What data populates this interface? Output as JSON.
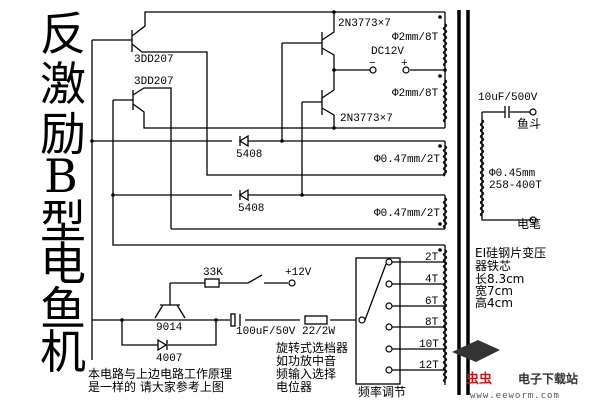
{
  "title_chars": [
    "反",
    "激",
    "励",
    "B",
    "型",
    "电",
    "鱼",
    "机"
  ],
  "transistors": {
    "driver_top": "3DD207",
    "driver_bottom": "3DD207",
    "power_top": "2N3773×7",
    "power_bottom": "2N3773×7",
    "osc": "9014"
  },
  "supply": {
    "label": "DC12V",
    "minus": "−",
    "plus": "+",
    "aux": "+12V"
  },
  "windings": {
    "primary_top": "Φ2mm/8T",
    "primary_bottom": "Φ2mm/8T",
    "feedback_top": "Φ0.47mm/2T",
    "feedback_bottom": "Φ0.47mm/2T",
    "secondary_wire": "Φ0.45mm",
    "secondary_turns": "258-400T",
    "taps": [
      "2T",
      "4T",
      "6T",
      "8T",
      "10T",
      "12T"
    ]
  },
  "diodes": {
    "d1": "5408",
    "d2": "5408",
    "d3": "4007"
  },
  "components": {
    "resistor_base": "33K",
    "cap_out": "100uF/50V",
    "resistor_out": "22/2W",
    "cap_hv": "10uF/500V"
  },
  "outputs": {
    "fish_scoop": "鱼斗",
    "electric_pen": "电笔"
  },
  "core_note": [
    "EI硅钢片变压",
    "器铁芯",
    "长8.3cm",
    "宽7cm",
    "高4cm"
  ],
  "selector": {
    "title": "频率调节",
    "note": [
      "旋转式选档器",
      "如功放中音",
      "频输入选择",
      "电位器"
    ]
  },
  "bottom_note": [
    "本电路与上边电路工作原理",
    "是一样的 请大家参考上图"
  ],
  "watermark": {
    "brand": "虫虫",
    "site_name": "电子下载站",
    "url": "www.eeworm.com",
    "brand_color": "#c4161c"
  }
}
